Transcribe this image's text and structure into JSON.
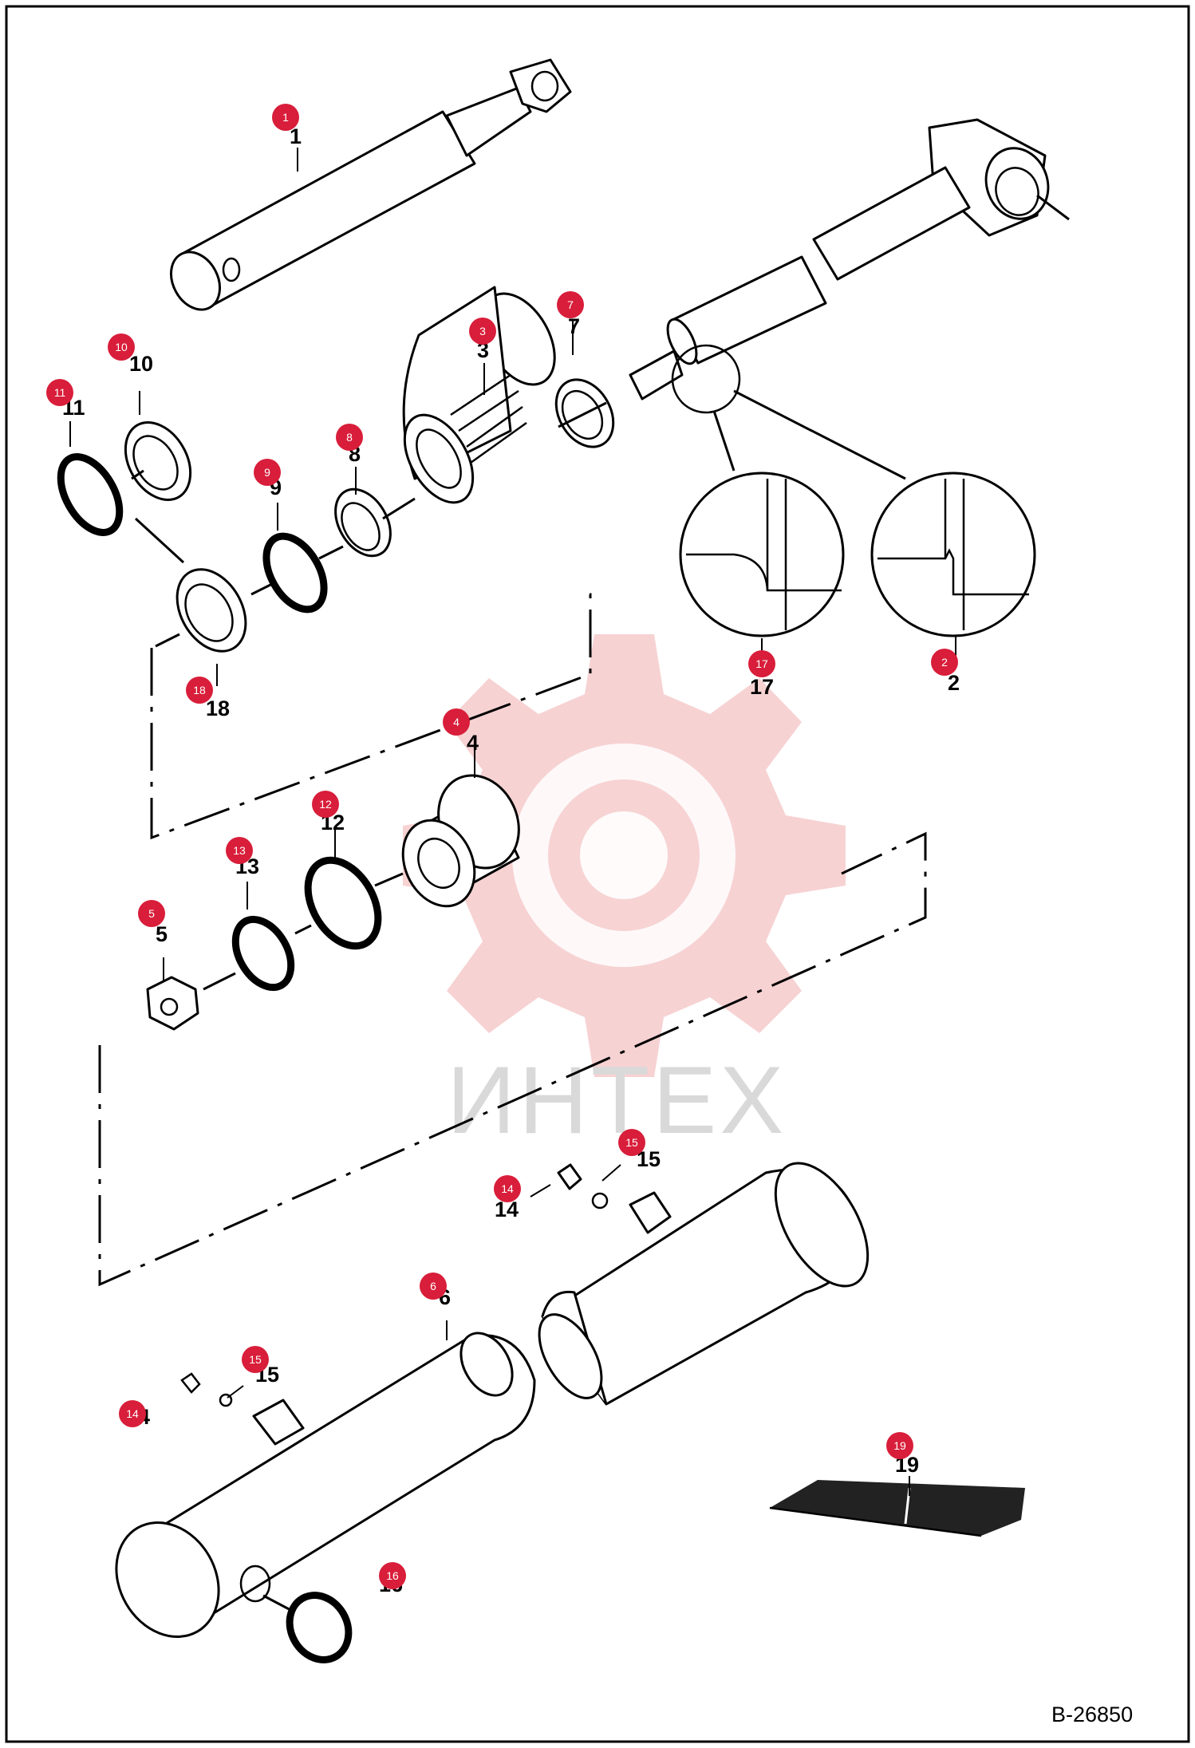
{
  "drawing_code": "B-26850",
  "watermark": "ИНТЕХ",
  "parts": [
    {
      "id": "1",
      "label": "1",
      "marker": "1"
    },
    {
      "id": "2",
      "label": "2",
      "marker": "2"
    },
    {
      "id": "3",
      "label": "3",
      "marker": "3"
    },
    {
      "id": "4",
      "label": "4",
      "marker": "4"
    },
    {
      "id": "5",
      "label": "5",
      "marker": "5"
    },
    {
      "id": "6",
      "label": "6",
      "marker": "6"
    },
    {
      "id": "7",
      "label": "7",
      "marker": "7"
    },
    {
      "id": "8",
      "label": "8",
      "marker": "8"
    },
    {
      "id": "9",
      "label": "9",
      "marker": "9"
    },
    {
      "id": "10",
      "label": "10",
      "marker": "10"
    },
    {
      "id": "11",
      "label": "11",
      "marker": "11"
    },
    {
      "id": "12",
      "label": "12",
      "marker": "12"
    },
    {
      "id": "13",
      "label": "13",
      "marker": "13"
    },
    {
      "id": "14a",
      "label": "14",
      "marker": "14"
    },
    {
      "id": "14b",
      "label": "14",
      "marker": "14"
    },
    {
      "id": "15a",
      "label": "15",
      "marker": "15"
    },
    {
      "id": "15b",
      "label": "15",
      "marker": "15"
    },
    {
      "id": "16",
      "label": "16",
      "marker": "16"
    },
    {
      "id": "17",
      "label": "17",
      "marker": "17"
    },
    {
      "id": "18",
      "label": "18",
      "marker": "18"
    },
    {
      "id": "19",
      "label": "19",
      "marker": "19"
    }
  ],
  "colors": {
    "marker": "#d81e3a",
    "watermark": "#f4c3c4",
    "line": "#000000"
  }
}
